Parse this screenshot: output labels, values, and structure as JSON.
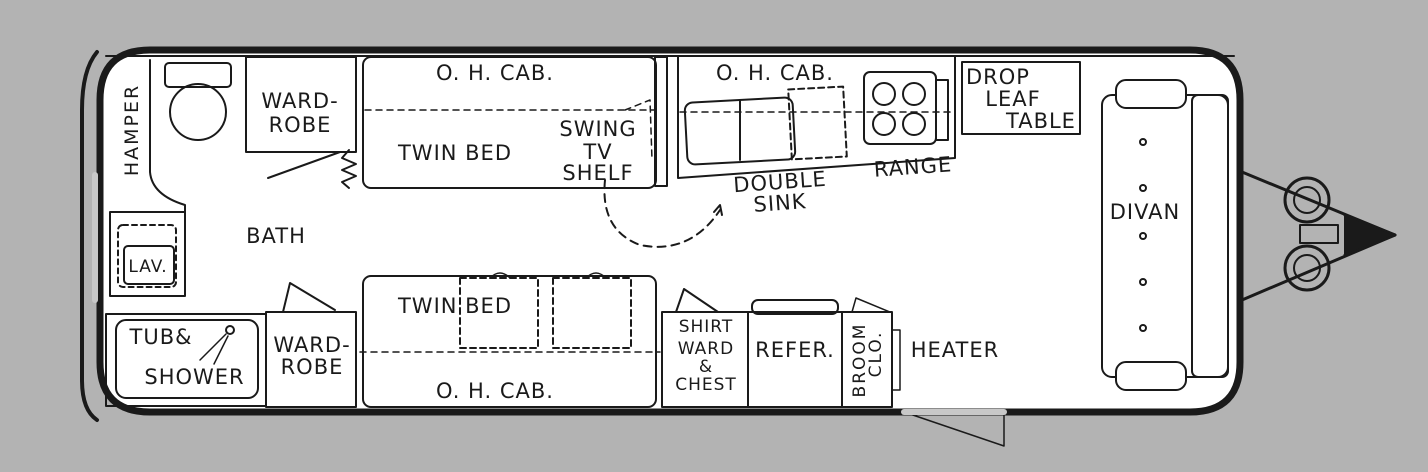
{
  "diagram": {
    "colors": {
      "page": "#b3b3b3",
      "floor": "#ffffff",
      "line": "#1a1a1a"
    },
    "labels": {
      "hamper": "HAMPER",
      "wardrobe_top_1": "WARD-",
      "wardrobe_top_2": "ROBE",
      "oh_cab_top_left": "O. H. CAB.",
      "oh_cab_top_right": "O. H. CAB.",
      "twin_bed_top": "TWIN  BED",
      "swing_1": "SWING",
      "swing_2": "TV",
      "swing_3": "SHELF",
      "double_sink_1": "DOUBLE",
      "double_sink_2": "SINK",
      "range": "RANGE",
      "drop_1": "DROP",
      "drop_2": "LEAF",
      "drop_3": "TABLE",
      "divan": "DIVAN",
      "bath": "BATH",
      "lav": "LAV.",
      "tub_1": "TUB&",
      "tub_2": "SHOWER",
      "wardrobe_bottom_1": "WARD-",
      "wardrobe_bottom_2": "ROBE",
      "twin_bed_bottom": "TWIN  BED",
      "oh_cab_bottom": "O. H. CAB.",
      "shirt_1": "SHIRT",
      "shirt_2": "WARD",
      "shirt_3": "&",
      "shirt_4": "CHEST",
      "refer": "REFER.",
      "broom_1": "BROOM",
      "broom_2": "CLO.",
      "heater": "HEATER"
    }
  }
}
